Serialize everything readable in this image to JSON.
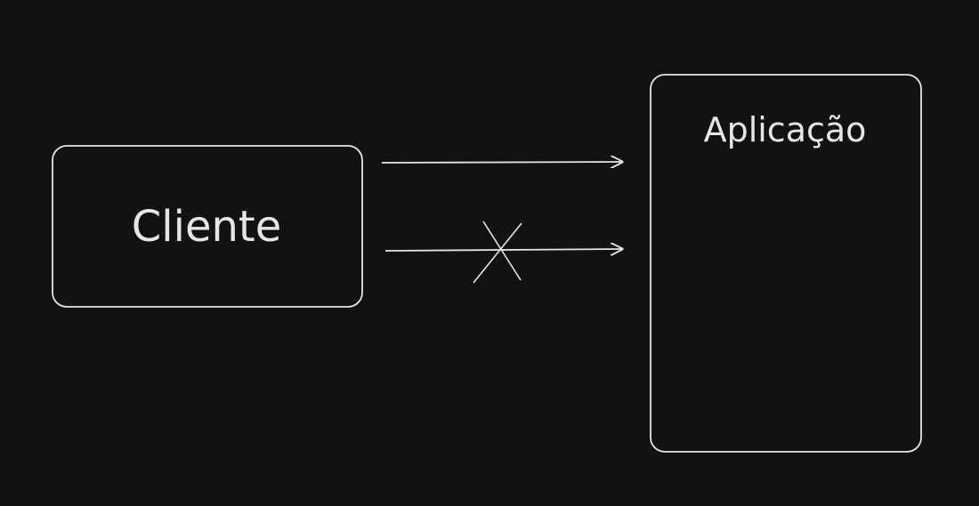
{
  "nodes": {
    "client": {
      "label": "Cliente"
    },
    "application": {
      "label": "Aplicação"
    }
  },
  "edges": [
    {
      "from": "Cliente",
      "to": "Aplicação",
      "status": "allowed"
    },
    {
      "from": "Cliente",
      "to": "Aplicação",
      "status": "blocked"
    }
  ],
  "colors": {
    "background": "#121212",
    "stroke": "#e6e6e6"
  }
}
